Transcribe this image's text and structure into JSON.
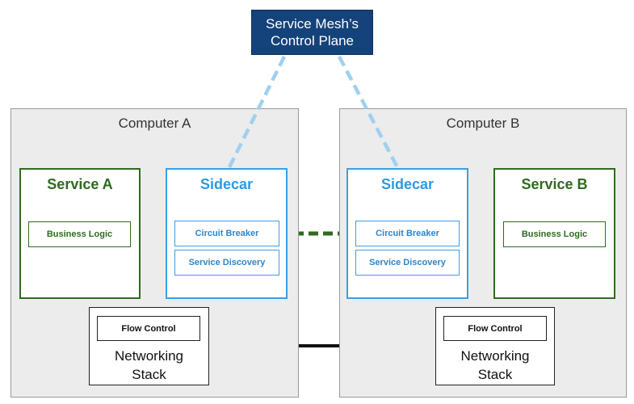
{
  "control_plane": {
    "label_line1": "Service Mesh’s",
    "label_line2": "Control Plane"
  },
  "computer_a": {
    "title": "Computer A",
    "service": {
      "title": "Service A",
      "business_logic": "Business Logic"
    },
    "sidecar": {
      "title": "Sidecar",
      "circuit_breaker": "Circuit Breaker",
      "service_discovery": "Service Discovery"
    },
    "network": {
      "flow_control": "Flow Control",
      "stack_line1": "Networking",
      "stack_line2": "Stack"
    }
  },
  "computer_b": {
    "title": "Computer B",
    "service": {
      "title": "Service B",
      "business_logic": "Business Logic"
    },
    "sidecar": {
      "title": "Sidecar",
      "circuit_breaker": "Circuit Breaker",
      "service_discovery": "Service Discovery"
    },
    "network": {
      "flow_control": "Flow Control",
      "stack_line1": "Networking",
      "stack_line2": "Stack"
    }
  },
  "colors": {
    "service_green": "#2f6b1f",
    "sidecar_blue": "#3aa0e6",
    "control_plane_navy": "#14427a",
    "control_link_light_blue": "#9fd0f0",
    "network_link_black": "#111111"
  }
}
